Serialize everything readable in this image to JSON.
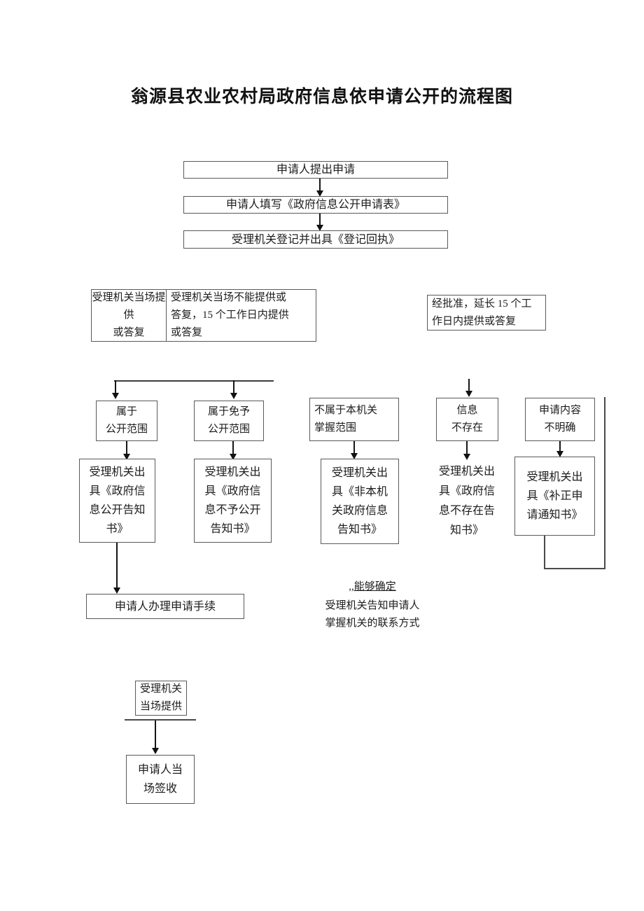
{
  "page": {
    "title": "翁源县农业农村局政府信息依申请公开的流程图"
  },
  "flow": {
    "step_apply": "申请人提出申请",
    "step_fill_form": "申请人填写《政府信息公开申请表》",
    "step_register": "受理机关登记并出具《登记回执》",
    "onsite_reply": "受理机关当场提供\n或答复",
    "delayed_reply": "受理机关当场不能提供或\n答复，15 个工作日内提供\n或答复",
    "extension": "经批准，延长 15 个工\n作日内提供或答复",
    "branch_public": "属于\n公开范围",
    "branch_exempt": "属于免予\n公开范围",
    "branch_not_held": "不属于本机关\n掌握范围",
    "branch_not_exist": "信息\n不存在",
    "branch_unclear": "申请内容\n不明确",
    "notice_public": "受理机关出\n具《政府信\n息公开告知\n书》",
    "notice_refuse": "受理机关出\n具《政府信\n息不予公开\n告知书》",
    "notice_not_held": "受理机关出\n具《非本机\n关政府信息\n告知书》",
    "notice_not_exist": "受理机关出\n具《政府信\n息不存在告\n知书》",
    "notice_correction": "受理机关出\n具《补正申\n请通知书》",
    "proceed": "申请人办理申请手续",
    "note_confirm": ",,能够确定",
    "note_inform": "受理机关告知申请人",
    "note_contact": "掌握机关的联系方式",
    "onsite_provide": "受理机关\n当场提供",
    "sign_receipt": "申请人当\n场签收"
  }
}
